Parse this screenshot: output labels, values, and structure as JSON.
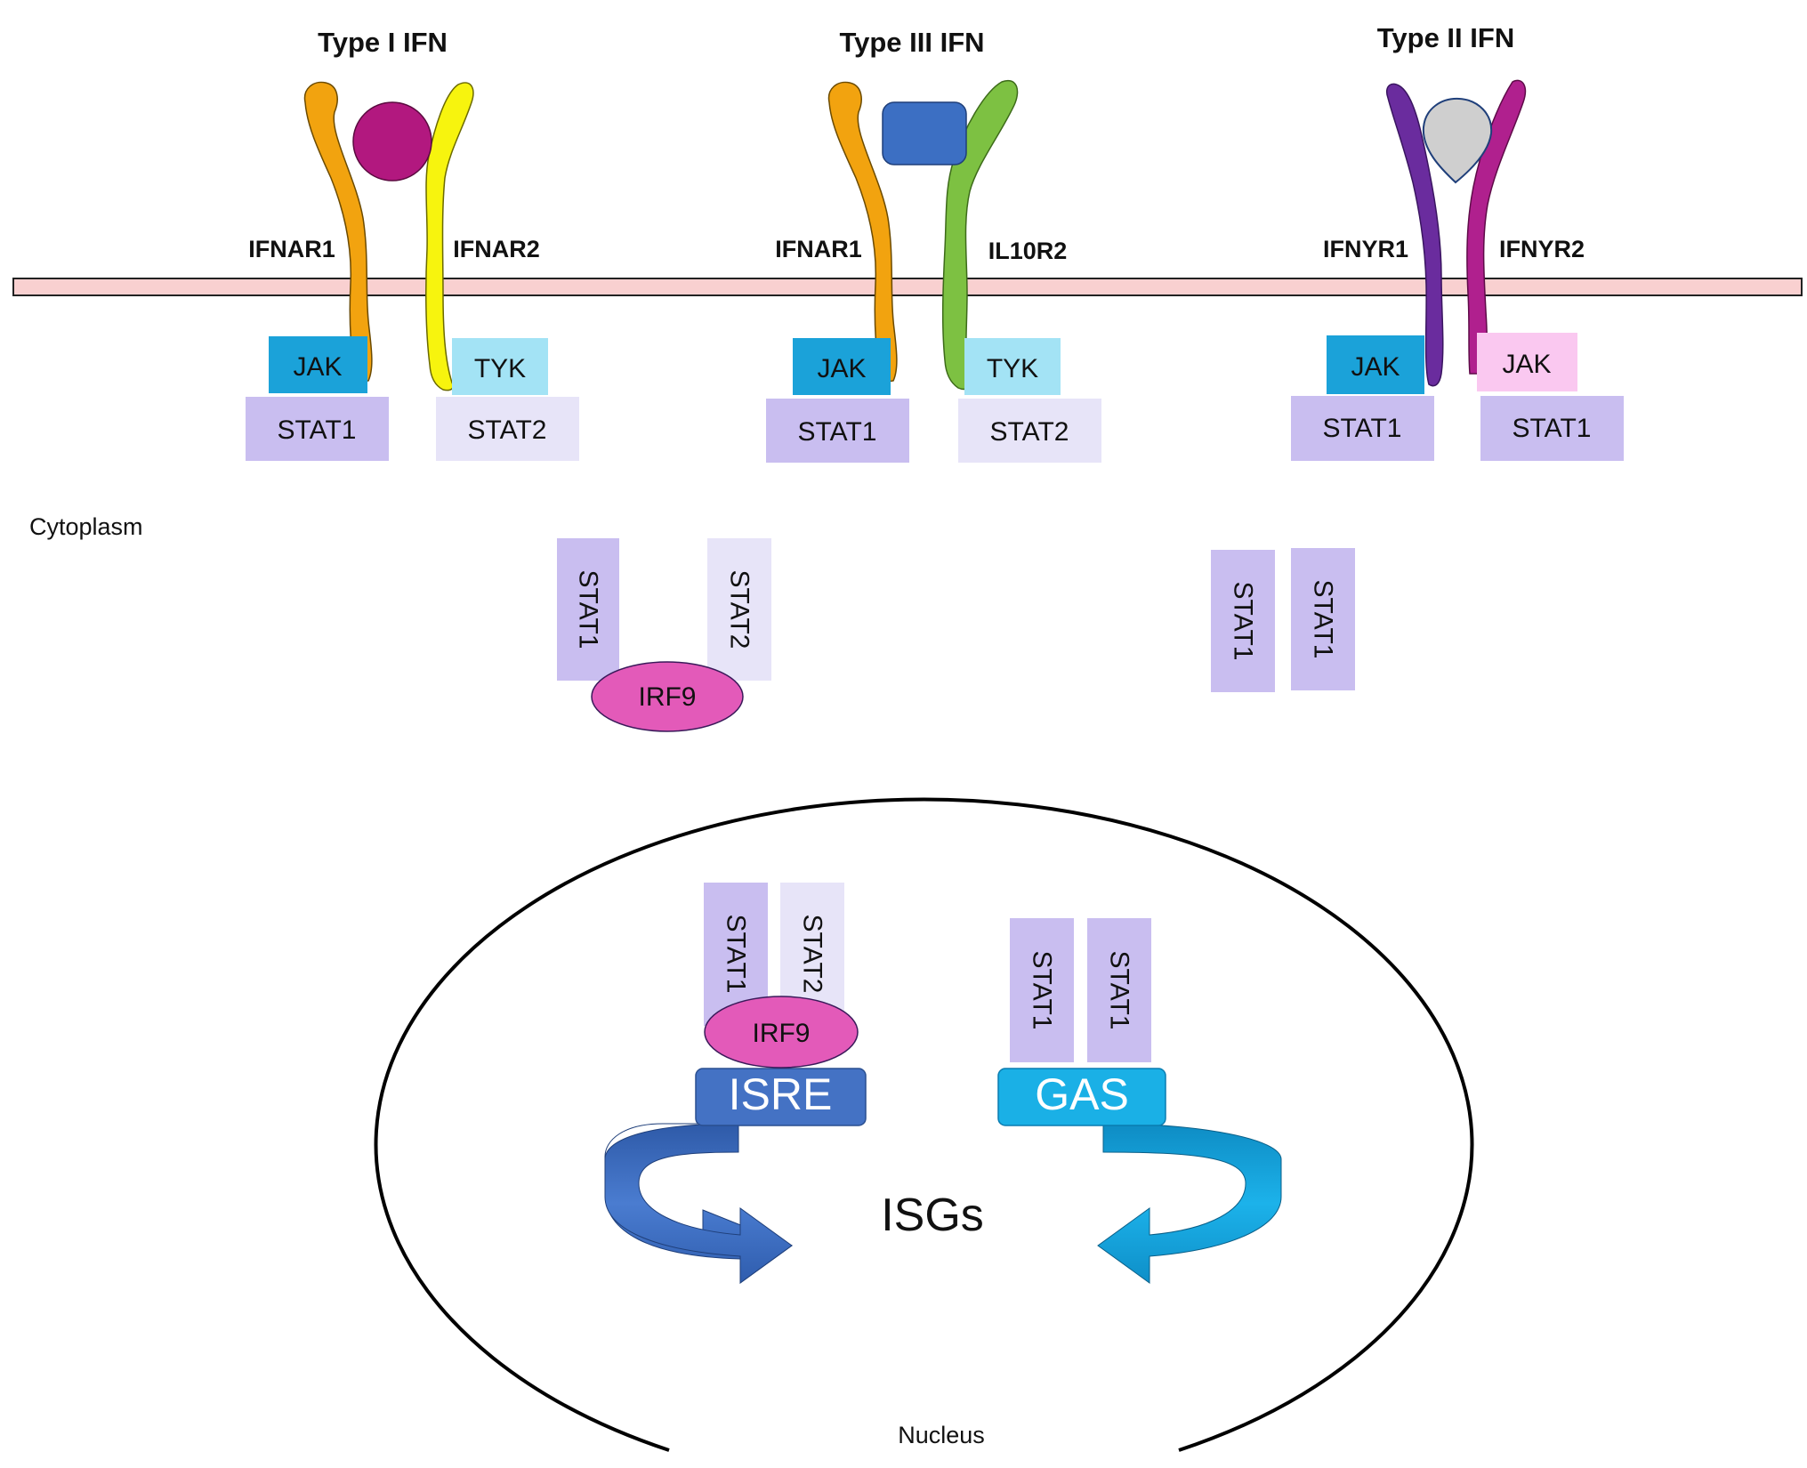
{
  "colors": {
    "membrane_fill": "#F9D0D0",
    "ifnar1": "#F2A30F",
    "ifnar2": "#F7F40E",
    "il10r2": "#7DC142",
    "ifngr1": "#6A2C9E",
    "ifngr2": "#B0208E",
    "type1_ligand": "#B2187F",
    "type3_ligand": "#3C6FC3",
    "type2_ligand": "#CFCFCF",
    "jak": "#1BA2D9",
    "tyk": "#A3E3F5",
    "jak_pink": "#FAC8F0",
    "stat1": "#C9BEF0",
    "stat2": "#E7E4F8",
    "irf9": "#E35AB9",
    "isre": "#4472C4",
    "gas": "#1AB0E6"
  },
  "receptors": {
    "type1": {
      "title": "Type I IFN",
      "left_chain": "IFNAR1",
      "right_chain": "IFNAR2"
    },
    "type3": {
      "title": "Type III IFN",
      "left_chain": "IFNAR1",
      "right_chain": "IL10R2"
    },
    "type2": {
      "title": "Type II IFN",
      "left_chain": "IFNYR1",
      "right_chain": "IFNYR2"
    }
  },
  "labels": {
    "jak": "JAK",
    "tyk": "TYK",
    "stat1": "STAT1",
    "stat2": "STAT2",
    "irf9": "IRF9",
    "cytoplasm": "Cytoplasm",
    "nucleus": "Nucleus",
    "isre": "ISRE",
    "gas": "GAS",
    "isgs": "ISGs"
  }
}
